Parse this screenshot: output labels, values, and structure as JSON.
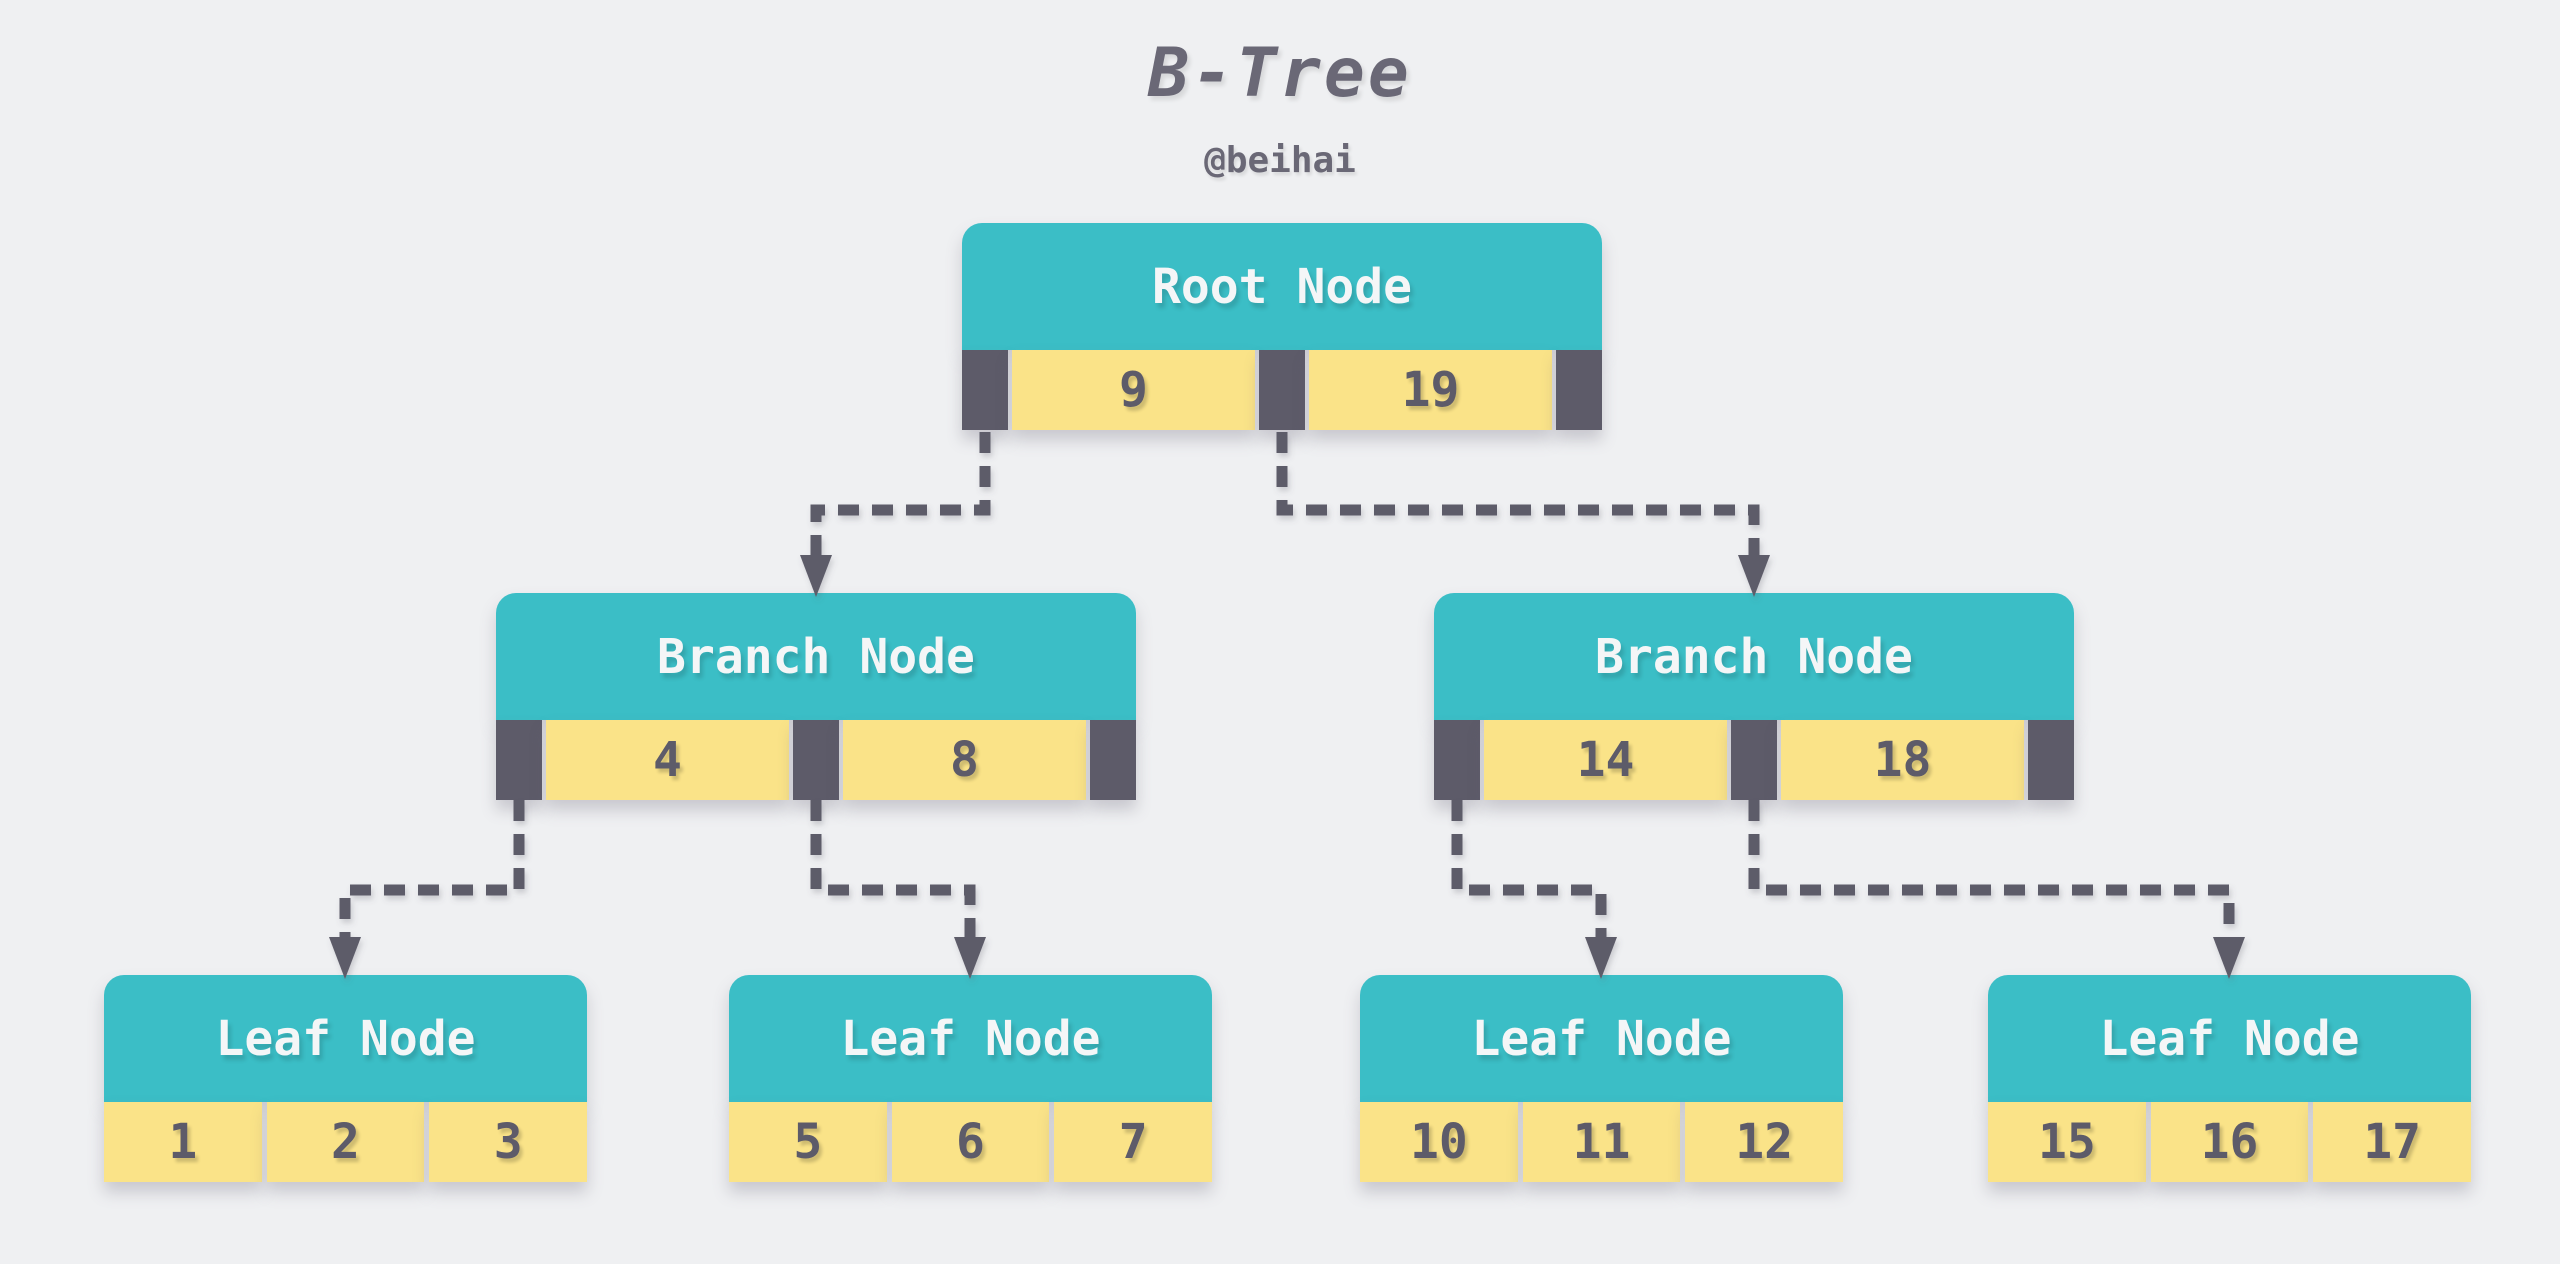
{
  "title": "B-Tree",
  "author": "@beihai",
  "colors": {
    "node_header": "#3bbec6",
    "key_cell": "#fae388",
    "pointer": "#5d5b69",
    "background": "#eff0f2",
    "text_light": "#f4f6f7",
    "text_dark": "#5d5b69",
    "title_text": "#6a6876"
  },
  "nodes": {
    "root": {
      "label": "Root Node",
      "keys": [
        "9",
        "19"
      ]
    },
    "branch_left": {
      "label": "Branch Node",
      "keys": [
        "4",
        "8"
      ]
    },
    "branch_right": {
      "label": "Branch Node",
      "keys": [
        "14",
        "18"
      ]
    },
    "leaf_1": {
      "label": "Leaf Node",
      "keys": [
        "1",
        "2",
        "3"
      ]
    },
    "leaf_2": {
      "label": "Leaf Node",
      "keys": [
        "5",
        "6",
        "7"
      ]
    },
    "leaf_3": {
      "label": "Leaf Node",
      "keys": [
        "10",
        "11",
        "12"
      ]
    },
    "leaf_4": {
      "label": "Leaf Node",
      "keys": [
        "15",
        "16",
        "17"
      ]
    }
  }
}
